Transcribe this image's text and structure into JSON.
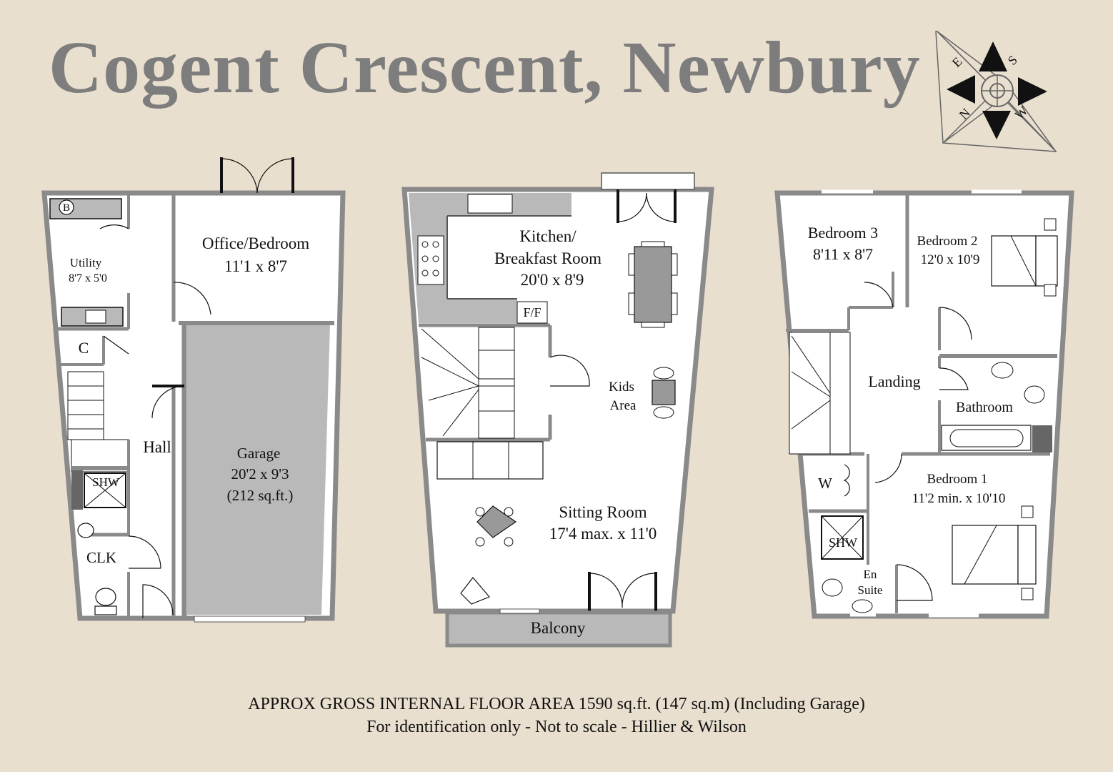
{
  "title": "Cogent Crescent, Newbury",
  "compass": {
    "n": "N",
    "e": "E",
    "s": "S",
    "w": "W"
  },
  "floors": {
    "ground": {
      "boiler": "B",
      "utility": "Utility",
      "utility_dim": "8'7 x 5'0",
      "cupboard": "C",
      "hall": "Hall",
      "shower": "SHW",
      "cloakroom": "CLK",
      "office": "Office/Bedroom",
      "office_dim": "11'1 x 8'7",
      "garage": "Garage",
      "garage_dim": "20'2 x 9'3",
      "garage_area": "(212 sq.ft.)"
    },
    "first": {
      "kitchen": "Kitchen/",
      "kitchen2": "Breakfast Room",
      "kitchen_dim": "20'0 x 8'9",
      "fridge": "F/F",
      "kids": "Kids",
      "kids2": "Area",
      "sitting": "Sitting Room",
      "sitting_dim": "17'4 max. x 11'0",
      "balcony": "Balcony"
    },
    "second": {
      "bedroom3": "Bedroom 3",
      "bedroom3_dim": "8'11 x 8'7",
      "bedroom2": "Bedroom 2",
      "bedroom2_dim": "12'0 x 10'9",
      "landing": "Landing",
      "bathroom": "Bathroom",
      "wardrobe": "W",
      "bedroom1": "Bedroom 1",
      "bedroom1_dim": "11'2 min. x 10'10",
      "shower": "SHW",
      "ensuite": "En",
      "ensuite2": "Suite"
    }
  },
  "footer": {
    "area": "APPROX GROSS INTERNAL FLOOR AREA 1590  sq.ft. (147 sq.m) (Including Garage)",
    "note": "For identification only - Not to scale - Hillier & Wilson"
  },
  "colors": {
    "background": "#e9dfcf",
    "wall": "#8a8a8a",
    "fill_grey": "#b9b9b9",
    "title": "#7d7d7d"
  }
}
